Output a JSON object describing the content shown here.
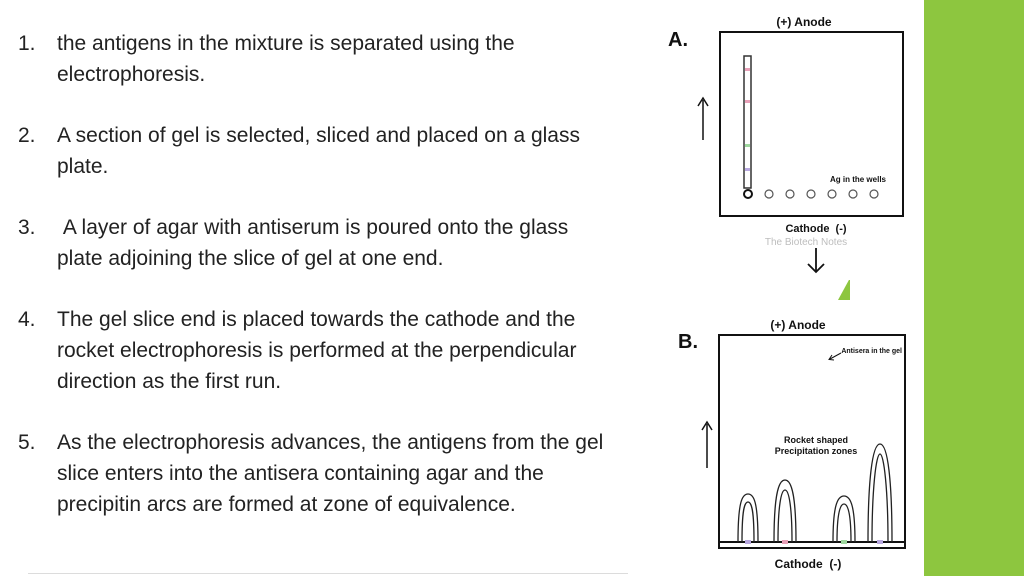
{
  "items": [
    {
      "num": "1.",
      "text": "the antigens in the mixture is separated using the electrophoresis."
    },
    {
      "num": "2.",
      "text": "A section of gel is selected, sliced and placed on a glass plate."
    },
    {
      "num": "3.",
      "text": " A layer of agar with antiserum is poured onto the glass plate adjoining the slice of gel at one end."
    },
    {
      "num": "4.",
      "text": "The gel slice end is placed towards the cathode and the rocket electrophoresis is performed at the perpendicular direction as the first run."
    },
    {
      "num": "5.",
      "text": "As the electrophoresis advances, the antigens from the gel slice enters into the antisera containing agar and the precipitin arcs are formed at zone of equivalence."
    }
  ],
  "figure_a": {
    "letter": "A.",
    "anode": "(+) Anode",
    "cathode": "Cathode  (-)",
    "wells_label": "Ag in the wells",
    "watermark": "The Biotech Notes"
  },
  "figure_b": {
    "letter": "B.",
    "anode": "(+) Anode",
    "cathode": "Cathode  (-)",
    "antisera_label": "Antisera in the gel",
    "rocket_label_1": "Rocket shaped",
    "rocket_label_2": "Precipitation zones"
  },
  "colors": {
    "accent_green": "#8dc63f",
    "band_pink": "#e8a0b8",
    "band_green": "#9fd89f",
    "band_purple": "#b8a8e0"
  }
}
